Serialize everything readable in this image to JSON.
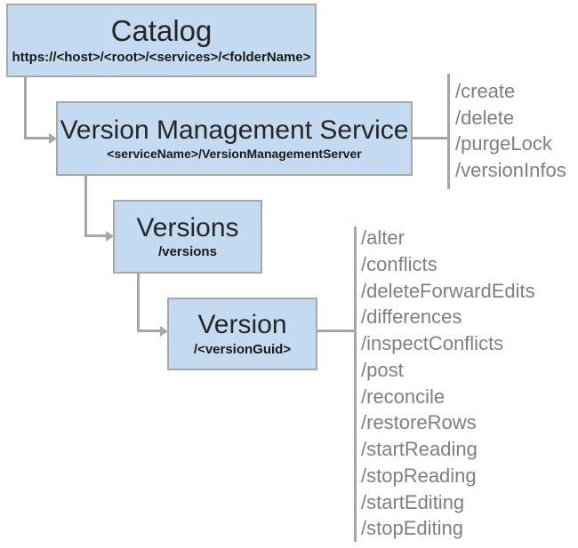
{
  "diagram": {
    "nodes": {
      "catalog": {
        "title": "Catalog",
        "subtitle": "https://<host>/<root>/<services>/<folderName>"
      },
      "vms": {
        "title": "Version Management Service",
        "subtitle": "<serviceName>/VersionManagementServer"
      },
      "versions": {
        "title": "Versions",
        "subtitle": "/versions"
      },
      "version": {
        "title": "Version",
        "subtitle": "/<versionGuid>"
      }
    },
    "vms_operations": [
      "/create",
      "/delete",
      "/purgeLock",
      "/versionInfos"
    ],
    "version_operations": [
      "/alter",
      "/conflicts",
      "/deleteForwardEdits",
      "/differences",
      "/inspectConflicts",
      "/post",
      "/reconcile",
      "/restoreRows",
      "/startReading",
      "/stopReading",
      "/startEditing",
      "/stopEditing"
    ],
    "colors": {
      "node_fill": "#c3daf0",
      "node_border": "#a8a8a8",
      "connector": "#a6a6a6",
      "operation_text": "#7f7f7f",
      "title_text": "#262626"
    }
  }
}
